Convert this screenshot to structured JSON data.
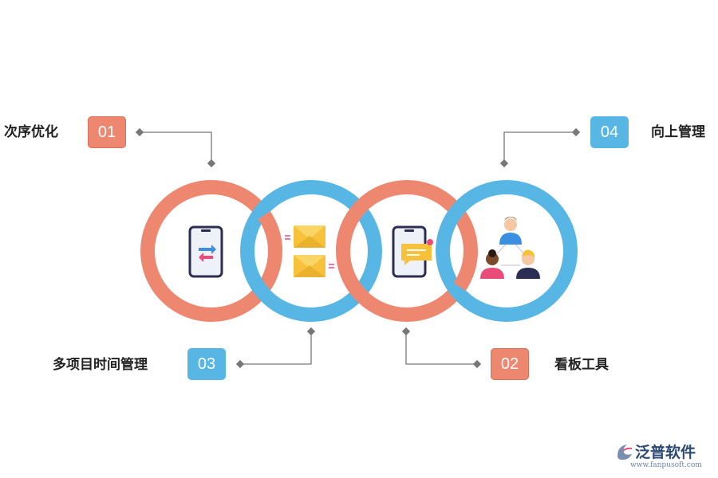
{
  "items": [
    {
      "number": "01",
      "label": "次序优化",
      "color": "#ee8770"
    },
    {
      "number": "02",
      "label": "看板工具",
      "color": "#ee8770"
    },
    {
      "number": "03",
      "label": "多项目时间管理",
      "color": "#58b6e4"
    },
    {
      "number": "04",
      "label": "向上管理",
      "color": "#58b6e4"
    }
  ],
  "icons": [
    "phone-transfer-icon",
    "email-icon",
    "phone-message-icon",
    "team-icon"
  ],
  "colors": {
    "ring_red": "#ee8770",
    "ring_blue": "#58b6e4",
    "connector": "#777777"
  },
  "logo": {
    "name": "泛普软件",
    "url": "www.fanpusoft.com"
  }
}
